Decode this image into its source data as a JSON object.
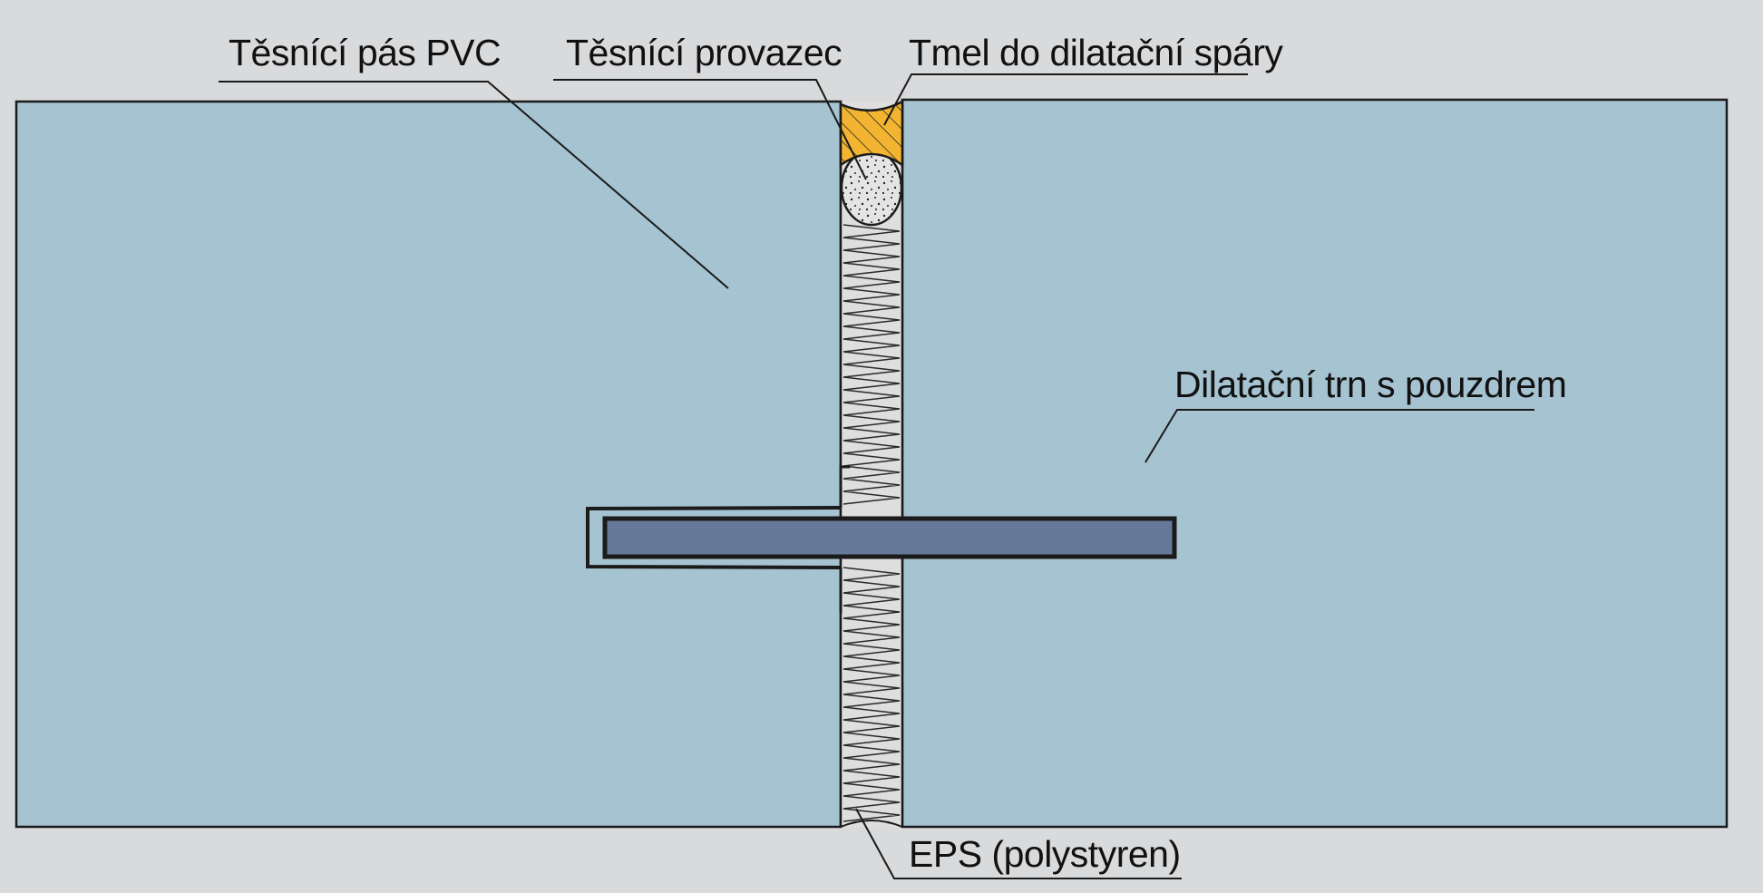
{
  "labels": {
    "pvc_strip": "Těsnící pás PVC",
    "sealing_cord": "Těsnící provazec",
    "joint_sealant": "Tmel do dilatační spáry",
    "dowel": "Dilatační trn s pouzdrem",
    "eps": "EPS (polystyren)"
  },
  "colors": {
    "background": "#d9dadc",
    "slab": "#a6c3d1",
    "joint_fill": "#dedede",
    "sealant": "#f3b531",
    "dowel": "#67799a",
    "outline": "#1b1b1b"
  }
}
